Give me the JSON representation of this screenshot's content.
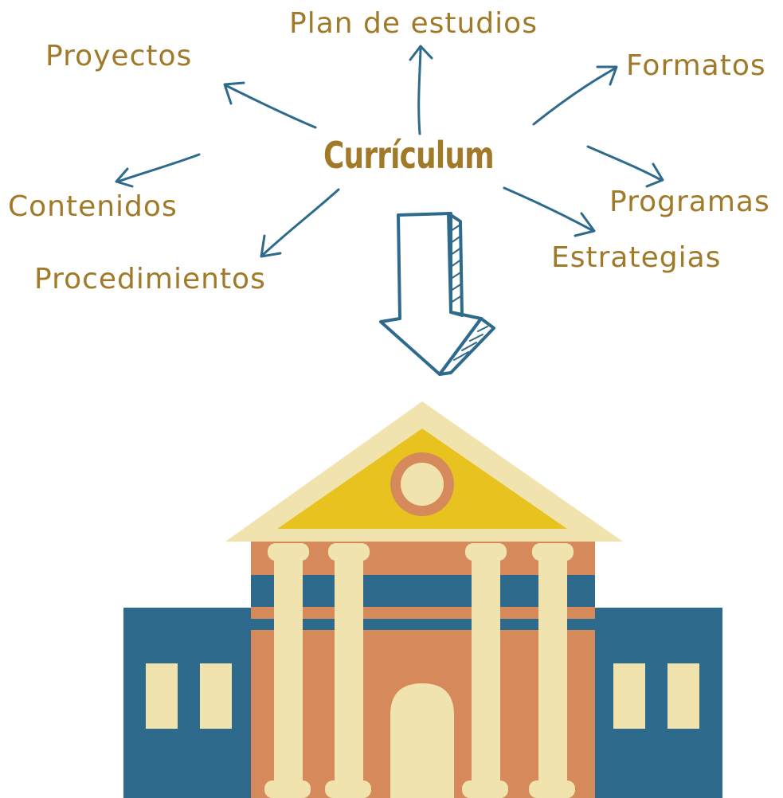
{
  "diagram": {
    "center": "Currículum",
    "terms": {
      "plan": "Plan de estudios",
      "proyectos": "Proyectos",
      "formatos": "Formatos",
      "contenidos": "Contenidos",
      "programas": "Programas",
      "estrategias": "Estrategias",
      "procedimientos": "Procedimientos"
    }
  },
  "colors": {
    "text": "#a07a28",
    "arrow": "#2d6a8c",
    "building_blue": "#2d6a8c",
    "building_brick": "#d68a5c",
    "building_cream": "#f1e3ae",
    "pediment_yellow": "#e8c21e"
  },
  "icons": {
    "big_arrow": "down-arrow-icon",
    "building": "school-building-icon"
  }
}
